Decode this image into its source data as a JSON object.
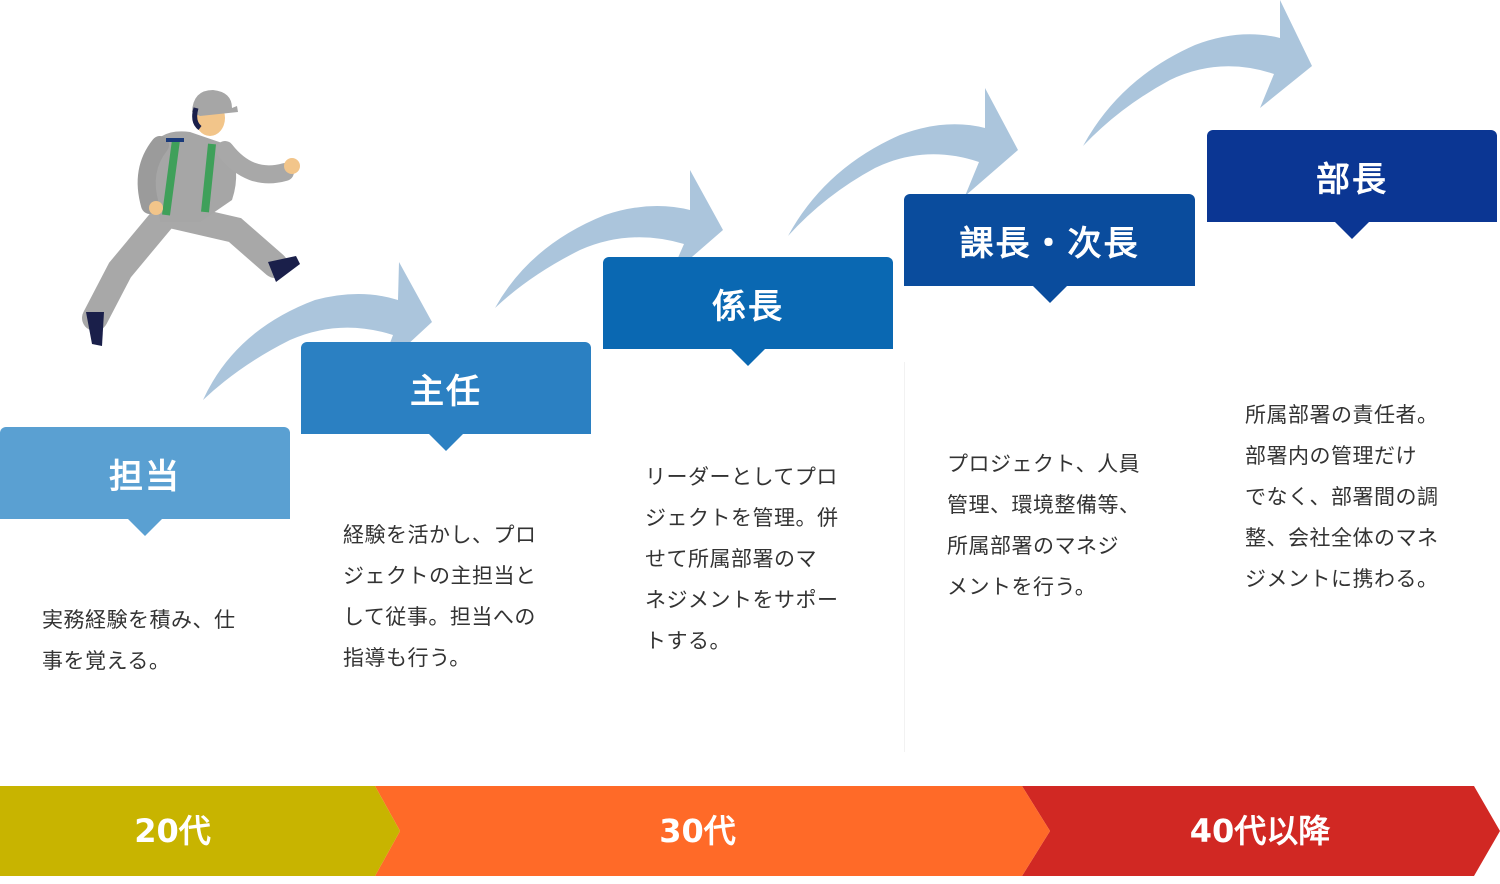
{
  "colors": {
    "arrow": "#abc5dc",
    "step1": "#5aa0d2",
    "step2": "#2b80c2",
    "step3": "#0a68b2",
    "step4": "#0a4c9d",
    "step5": "#0b3693",
    "age20": "#c8b400",
    "age30": "#ff6a28",
    "age40": "#d12823"
  },
  "steps": [
    {
      "title": "担当",
      "desc": "実務経験を積み、仕\n事を覚える。"
    },
    {
      "title": "主任",
      "desc": "経験を活かし、プロ\nジェクトの主担当と\nして従事。担当への\n指導も行う。"
    },
    {
      "title": "係長",
      "desc": "リーダーとしてプロ\nジェクトを管理。併\nせて所属部署のマ\nネジメントをサポー\nトする。"
    },
    {
      "title": "課長・次長",
      "desc": "プロジェクト、人員\n管理、環境整備等、\n所属部署のマネジ\nメントを行う。"
    },
    {
      "title": "部長",
      "desc": "所属部署の責任者。\n部署内の管理だけ\nでなく、部署間の調\n整、会社全体のマネ\nジメントに携わる。"
    }
  ],
  "ages": [
    "20代",
    "30代",
    "40代以降"
  ],
  "illustration": {
    "icon": "running-worker-icon"
  }
}
